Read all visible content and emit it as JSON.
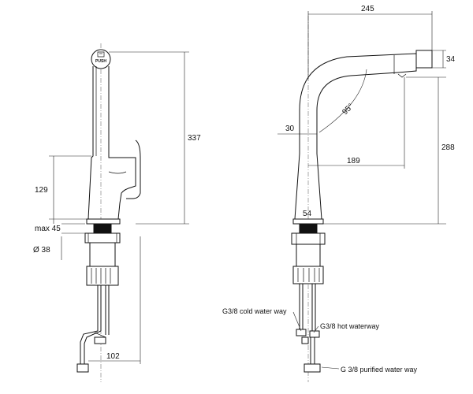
{
  "dimensions": {
    "left_total_height": "337",
    "left_lever_height": "129",
    "left_max_thickness": "max 45",
    "left_hole_diameter": "Ø 38",
    "left_width": "102",
    "right_reach": "245",
    "right_spout_height": "34",
    "right_angle": "95°",
    "right_neck": "30",
    "right_outlet_height": "288",
    "right_inner_reach": "189",
    "right_base_width": "54"
  },
  "labels": {
    "push_button": "PUSH",
    "cold_water": "G3/8 cold water way",
    "hot_water": "G3/8 hot waterway",
    "purified_water": "G 3/8 purified water way"
  }
}
